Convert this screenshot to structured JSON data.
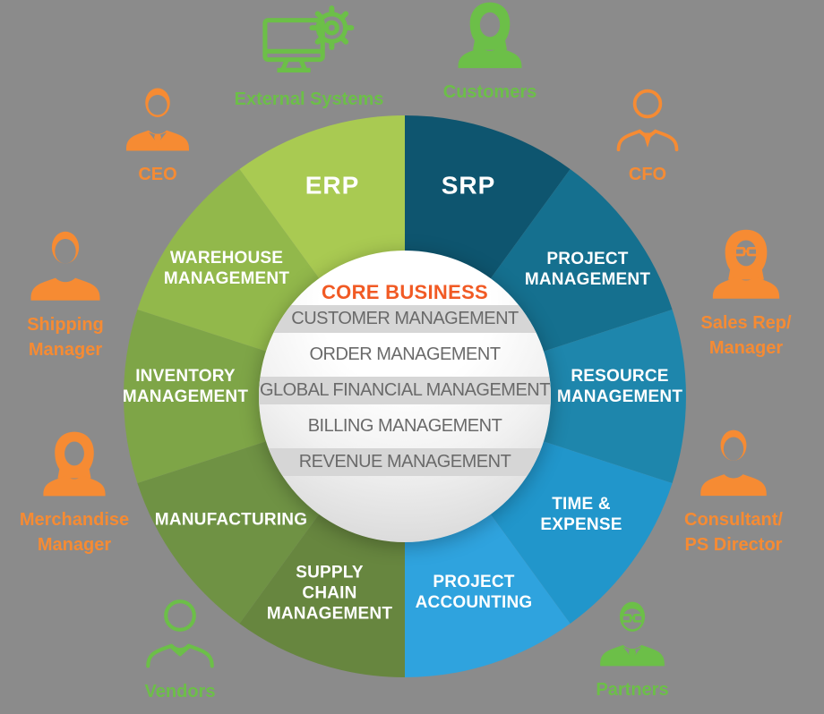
{
  "colors": {
    "background": "#8b8b8b",
    "green_accent": "#6cbf48",
    "orange_accent": "#f68b33",
    "core_title_color": "#f15a24",
    "core_text_color": "#6a6a6a",
    "core_band_color": "#d6d6d6"
  },
  "wheel": {
    "segments": [
      {
        "id": "srp",
        "label": "SRP",
        "color": "#0e556f"
      },
      {
        "id": "project-management",
        "label": "PROJECT\nMANAGEMENT",
        "color": "#15708f"
      },
      {
        "id": "resource-management",
        "label": "RESOURCE\nMANAGEMENT",
        "color": "#1e86ac"
      },
      {
        "id": "time-expense",
        "label": "TIME &\nEXPENSE",
        "color": "#2196cb"
      },
      {
        "id": "project-accounting",
        "label": "PROJECT\nACCOUNTING",
        "color": "#2fa3de"
      },
      {
        "id": "supply-chain-management",
        "label": "SUPPLY\nCHAIN\nMANAGEMENT",
        "color": "#67863f"
      },
      {
        "id": "manufacturing",
        "label": "MANUFACTURING",
        "color": "#6f9244"
      },
      {
        "id": "inventory-management",
        "label": "INVENTORY\nMANAGEMENT",
        "color": "#7ea547"
      },
      {
        "id": "warehouse-management",
        "label": "WAREHOUSE\nMANAGEMENT",
        "color": "#92b84b"
      },
      {
        "id": "erp",
        "label": "ERP",
        "color": "#a9ca52"
      }
    ]
  },
  "core": {
    "title": "CORE BUSINESS",
    "items": [
      "CUSTOMER MANAGEMENT",
      "ORDER MANAGEMENT",
      "GLOBAL FINANCIAL MANAGEMENT",
      "BILLING MANAGEMENT",
      "REVENUE MANAGEMENT"
    ]
  },
  "actors": [
    {
      "id": "external-systems",
      "label": "External Systems",
      "color": "green",
      "icon": "monitor-gear-icon"
    },
    {
      "id": "customers",
      "label": "Customers",
      "color": "green",
      "icon": "female-person-icon"
    },
    {
      "id": "ceo",
      "label": "CEO",
      "color": "orange",
      "icon": "male-suit-person-icon"
    },
    {
      "id": "cfo",
      "label": "CFO",
      "color": "orange",
      "icon": "male-outline-tie-person-icon"
    },
    {
      "id": "shipping-manager",
      "label": "Shipping\nManager",
      "color": "orange",
      "icon": "male-person-icon"
    },
    {
      "id": "sales-rep-manager",
      "label": "Sales Rep/\nManager",
      "color": "orange",
      "icon": "female-glasses-person-icon"
    },
    {
      "id": "merchandise-manager",
      "label": "Merchandise\nManager",
      "color": "orange",
      "icon": "female-person-icon"
    },
    {
      "id": "consultant-ps-director",
      "label": "Consultant/\nPS Director",
      "color": "orange",
      "icon": "male-person-icon"
    },
    {
      "id": "vendors",
      "label": "Vendors",
      "color": "green",
      "icon": "male-outline-person-icon"
    },
    {
      "id": "partners",
      "label": "Partners",
      "color": "green",
      "icon": "male-suit-glasses-person-icon"
    }
  ]
}
